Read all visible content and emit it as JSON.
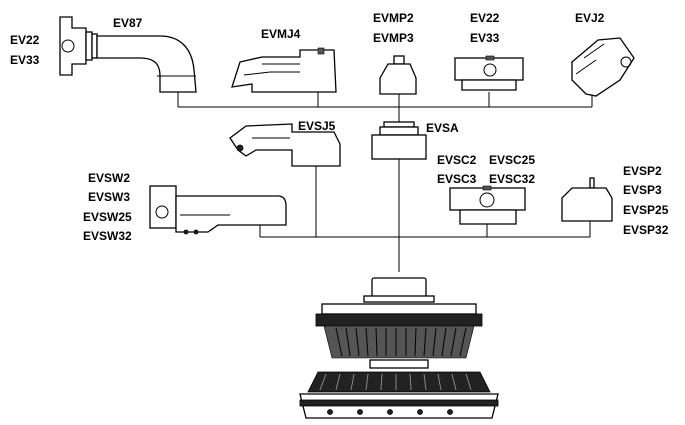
{
  "diagram": {
    "labels": {
      "ev87": "EV87",
      "ev22_left": "EV22",
      "ev33_left": "EV33",
      "evmj4": "EVMJ4",
      "evmp2": "EVMP2",
      "evmp3": "EVMP3",
      "ev22_right": "EV22",
      "ev33_right": "EV33",
      "evj2": "EVJ2",
      "evsj5": "EVSJ5",
      "evsa": "EVSA",
      "evsc2": "EVSC2",
      "evsc3": "EVSC3",
      "evsc25": "EVSC25",
      "evsc32": "EVSC32",
      "evsw2": "EVSW2",
      "evsw3": "EVSW3",
      "evsw25": "EVSW25",
      "evsw32": "EVSW32",
      "evsp2": "EVSP2",
      "evsp3": "EVSP3",
      "evsp25": "EVSP25",
      "evsp32": "EVSP32"
    }
  }
}
